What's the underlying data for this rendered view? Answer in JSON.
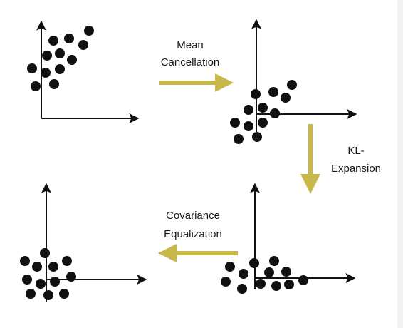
{
  "steps": [
    {
      "line1": "Mean",
      "line2": "Cancellation"
    },
    {
      "line1": "KL-",
      "line2": "Expansion"
    },
    {
      "line1": "Covariance",
      "line2": "Equalization"
    }
  ],
  "colors": {
    "arrow": "#c8b84a",
    "axis": "#111111",
    "point": "#111111",
    "text": "#1a1a1a"
  }
}
